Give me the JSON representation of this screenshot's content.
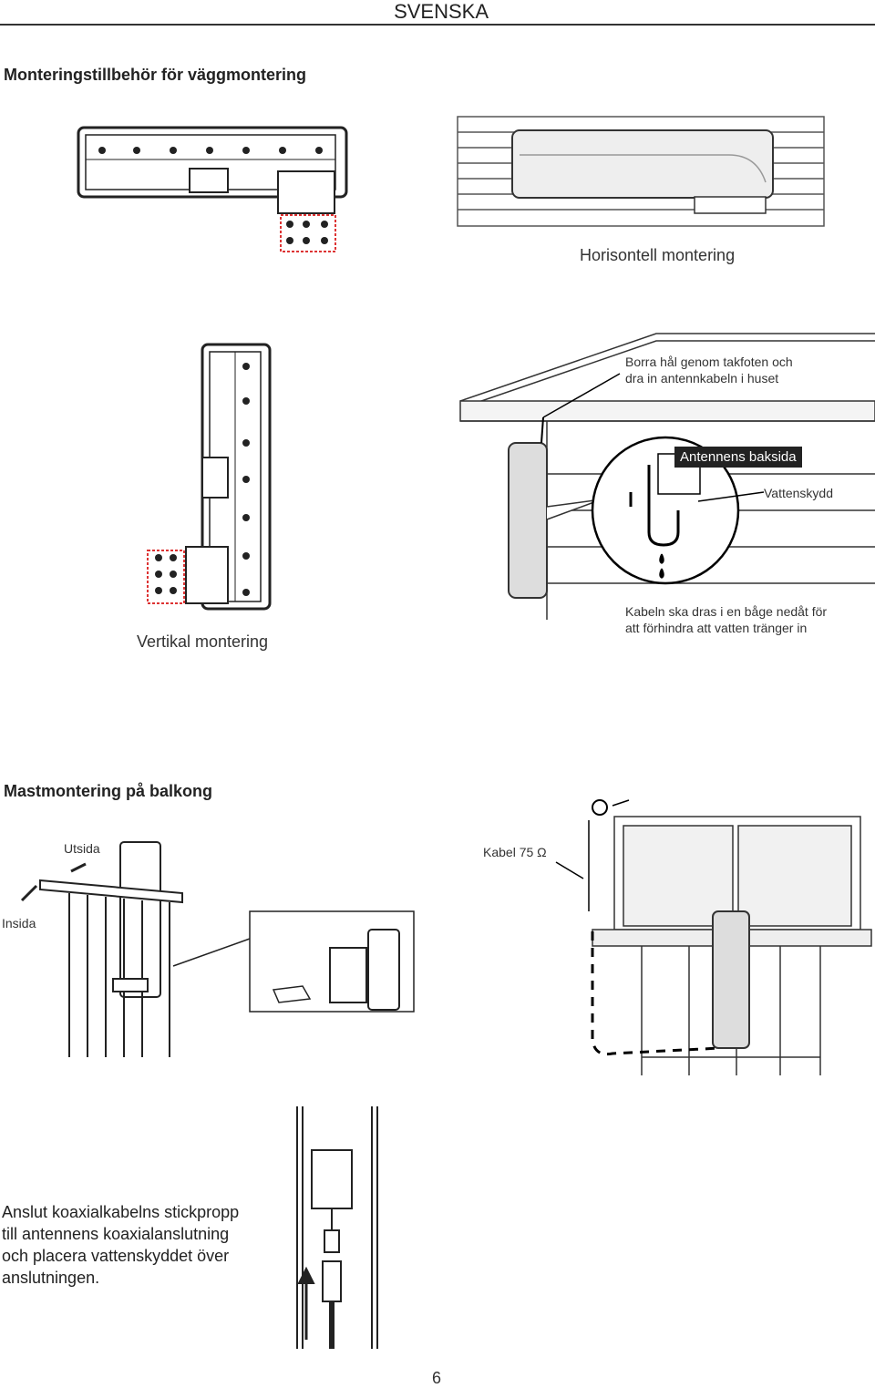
{
  "header": {
    "language": "SVENSKA"
  },
  "wall_mount": {
    "heading": "Monteringstillbehör för väggmontering",
    "horizontal_caption": "Horisontell montering",
    "vertical_caption": "Vertikal montering",
    "eave_note_line1": "Borra hål genom takfoten och",
    "eave_note_line2": "dra in antennkabeln i huset",
    "back_label": "Antennens baksida",
    "water_label": "Vattenskydd",
    "loop_note_line1": "Kabeln ska dras i en båge nedåt för",
    "loop_note_line2": "att förhindra att vatten tränger in"
  },
  "balcony": {
    "heading": "Mastmontering på balkong",
    "outside_label": "Utsida",
    "inside_label": "Insida",
    "cable_label": "Kabel 75 Ω"
  },
  "connect": {
    "line1": "Anslut koaxialkabelns stickpropp",
    "line2": "till antennens koaxialanslutning",
    "line3": "och placera vattenskyddet över",
    "line4": "anslutningen."
  },
  "footer": {
    "page_number": "6"
  }
}
